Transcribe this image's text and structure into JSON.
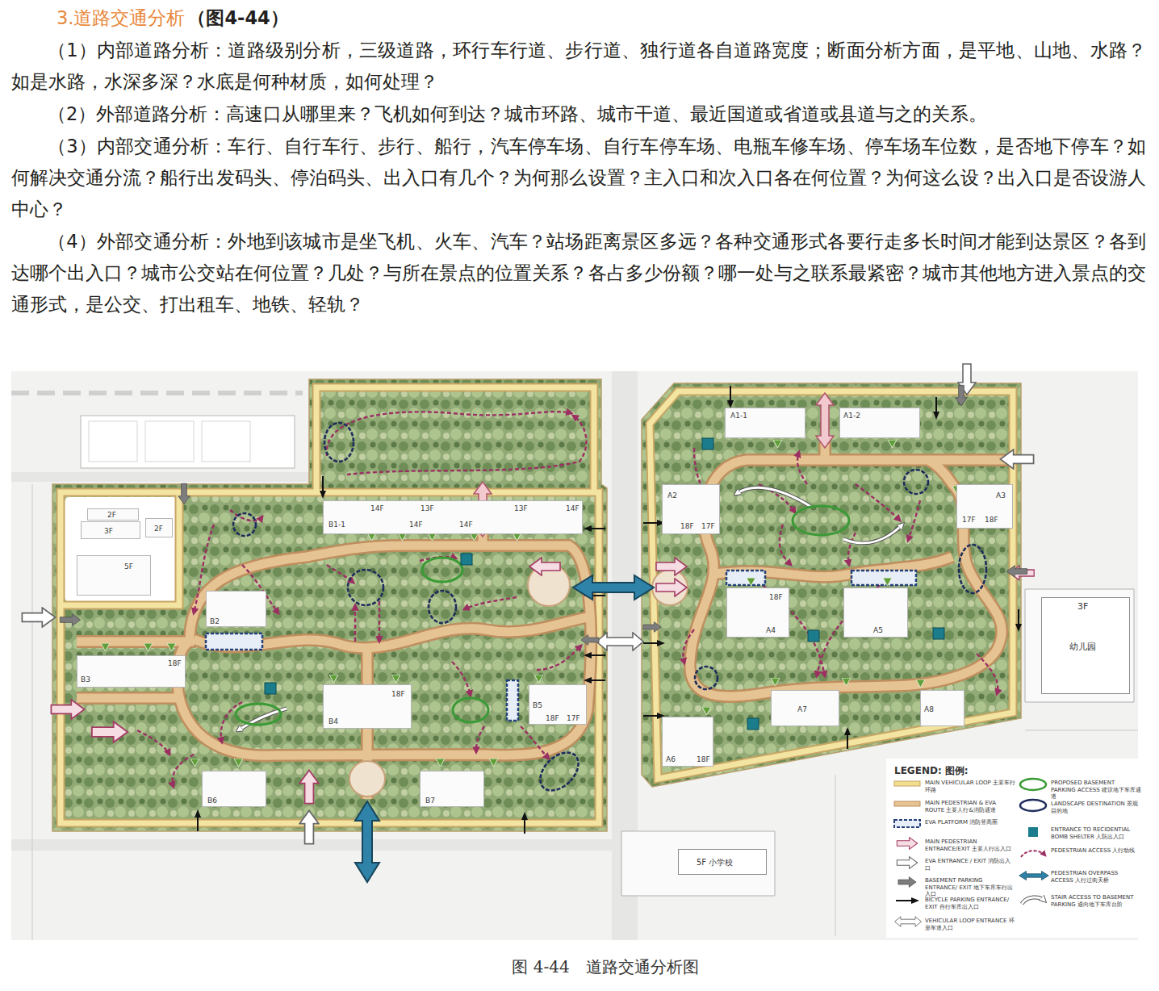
{
  "diagram": {
    "title": "3.道路交通分析",
    "caption": "图 4-44　道路交通分析图",
    "nodes": [
      {
        "text": [
          "2F"
        ]
      },
      {
        "text": [
          "3F"
        ]
      },
      {
        "text": [
          "2F"
        ]
      },
      {
        "text": [
          "5F"
        ]
      },
      {
        "text": [
          "B1-1",
          "14F",
          "13F",
          "14F",
          "14F",
          "13F",
          "14F"
        ]
      },
      {
        "text": [
          "B2"
        ]
      },
      {
        "text": [
          "B3",
          "18F"
        ]
      },
      {
        "text": [
          "B4",
          "18F"
        ]
      },
      {
        "text": [
          "B5",
          "18F",
          "17F"
        ]
      },
      {
        "text": [
          "B6"
        ]
      },
      {
        "text": [
          "B7"
        ]
      },
      {
        "text": [
          "A1-1"
        ]
      },
      {
        "text": [
          "A1-2"
        ]
      },
      {
        "text": [
          "A2",
          "18F",
          "17F"
        ]
      },
      {
        "text": [
          "A3",
          "17F",
          "18F"
        ]
      },
      {
        "text": [
          "A4",
          "18F"
        ]
      },
      {
        "text": [
          "A5"
        ]
      },
      {
        "text": [
          "A6",
          "18F"
        ]
      },
      {
        "text": [
          "A7"
        ]
      },
      {
        "text": [
          "A8"
        ]
      },
      {
        "text": [
          "3F",
          "幼儿园"
        ]
      },
      {
        "text": [
          "5F 小学校"
        ]
      }
    ],
    "labels": [
      "（图4-44）",
      "（1）内部道路分析：道路级别分析，三级道路，环行车行道、步行道、独行道各自道路宽度；断面分析方面，是平地、山地、水路？如是水路，水深多深？水底是何种材质，如何处理？",
      "（2）外部道路分析：高速口从哪里来？飞机如何到达？城市环路、城市干道、最近国道或省道或县道与之的关系。",
      "（3）内部交通分析：车行、自行车行、步行、船行，汽车停车场、自行车停车场、电瓶车修车场、停车场车位数，是否地下停车？如何解决交通分流？船行出发码头、停泊码头、出入口有几个？为何那么设置？主入口和次入口各在何位置？为何这么设？出入口是否设游人中心？",
      "（4）外部交通分析：外地到该城市是坐飞机、火车、汽车？站场距离景区多远？各种交通形式各要行走多长时间才能到达景区？各到达哪个出入口？城市公交站在何位置？几处？与所在景点的位置关系？各占多少份额？哪一处与之联系最紧密？城市其他地方进入景点的交通形式，是公交、打出租车、地铁、轻轨？",
      "LEGEND: 图例:"
    ],
    "legend": [
      {
        "text": "MAIN VEHICULAR LOOP 主要车行环路"
      },
      {
        "text": "MAIN PEDESTRIAN & EVA ROUTE 主要人行&消防通道"
      },
      {
        "text": "EVA PLATFORM 消防登高面"
      },
      {
        "text": "MAIN PEDESTRIAN ENTRANCE/EXIT 主要人行出入口"
      },
      {
        "text": "EVA ENTRANCE / EXIT 消防出入口"
      },
      {
        "text": "BASEMENT PARKING ENTRANCE/ EXIT 地下车库车行出入口"
      },
      {
        "text": "BICYCLE PARKING ENTRANCE/ EXIT 自行车库出入口"
      },
      {
        "text": "VEHICULAR LOOP ENTRANCE 环形车道入口"
      },
      {
        "text": "PROPOSED BASEMENT PARKING ACCESS 建议地下车库通道"
      },
      {
        "text": "LANDSCAPE DESTINATION 景观目的地"
      },
      {
        "text": "ENTRANCE TO RECIDENTIAL BOMB SHELTER 人防出入口"
      },
      {
        "text": "PEDESTRIAN ACCESS 人行动线"
      },
      {
        "text": "PEDESTRIAN OVERPASS ACCESS 人行过街天桥"
      },
      {
        "text": "STAIR ACCESS TO BASEMENT PARKING 通向地下车库台阶"
      }
    ]
  }
}
